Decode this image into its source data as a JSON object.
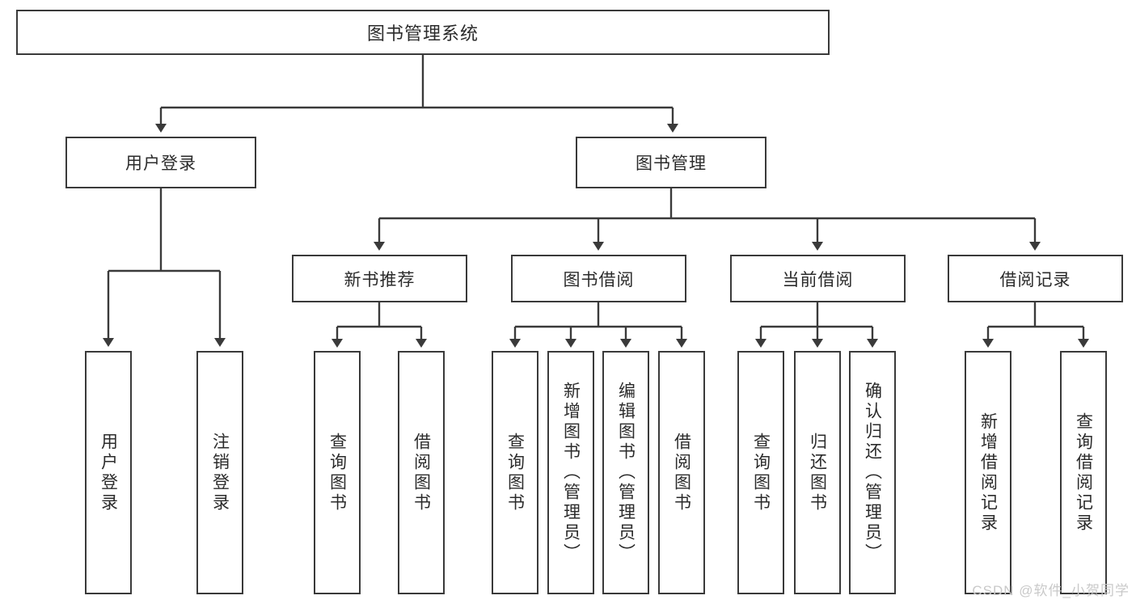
{
  "diagram": {
    "type": "tree",
    "title": "图书管理系统",
    "root": {
      "label": "图书管理系统"
    },
    "level2": [
      {
        "label": "用户登录"
      },
      {
        "label": "图书管理"
      }
    ],
    "level3": [
      {
        "label": "新书推荐"
      },
      {
        "label": "图书借阅"
      },
      {
        "label": "当前借阅"
      },
      {
        "label": "借阅记录"
      }
    ],
    "leaves": {
      "user_login": [
        {
          "label": "用户登录"
        },
        {
          "label": "注销登录"
        }
      ],
      "new_book_recommend": [
        {
          "label": "查询图书"
        },
        {
          "label": "借阅图书"
        }
      ],
      "book_borrow": [
        {
          "label": "查询图书"
        },
        {
          "label": "新增图书（管理员）"
        },
        {
          "label": "编辑图书（管理员）"
        },
        {
          "label": "借阅图书"
        }
      ],
      "current_borrow": [
        {
          "label": "查询图书"
        },
        {
          "label": "归还图书"
        },
        {
          "label": "确认归还（管理员）"
        }
      ],
      "borrow_record": [
        {
          "label": "新增借阅记录"
        },
        {
          "label": "查询借阅记录"
        }
      ]
    }
  },
  "watermark": {
    "text": "CSDN @软件_小贺同学"
  },
  "colors": {
    "border": "#3a3a3a",
    "text": "#2b2b2b",
    "background": "#ffffff",
    "watermark": "#c9c9c9"
  }
}
